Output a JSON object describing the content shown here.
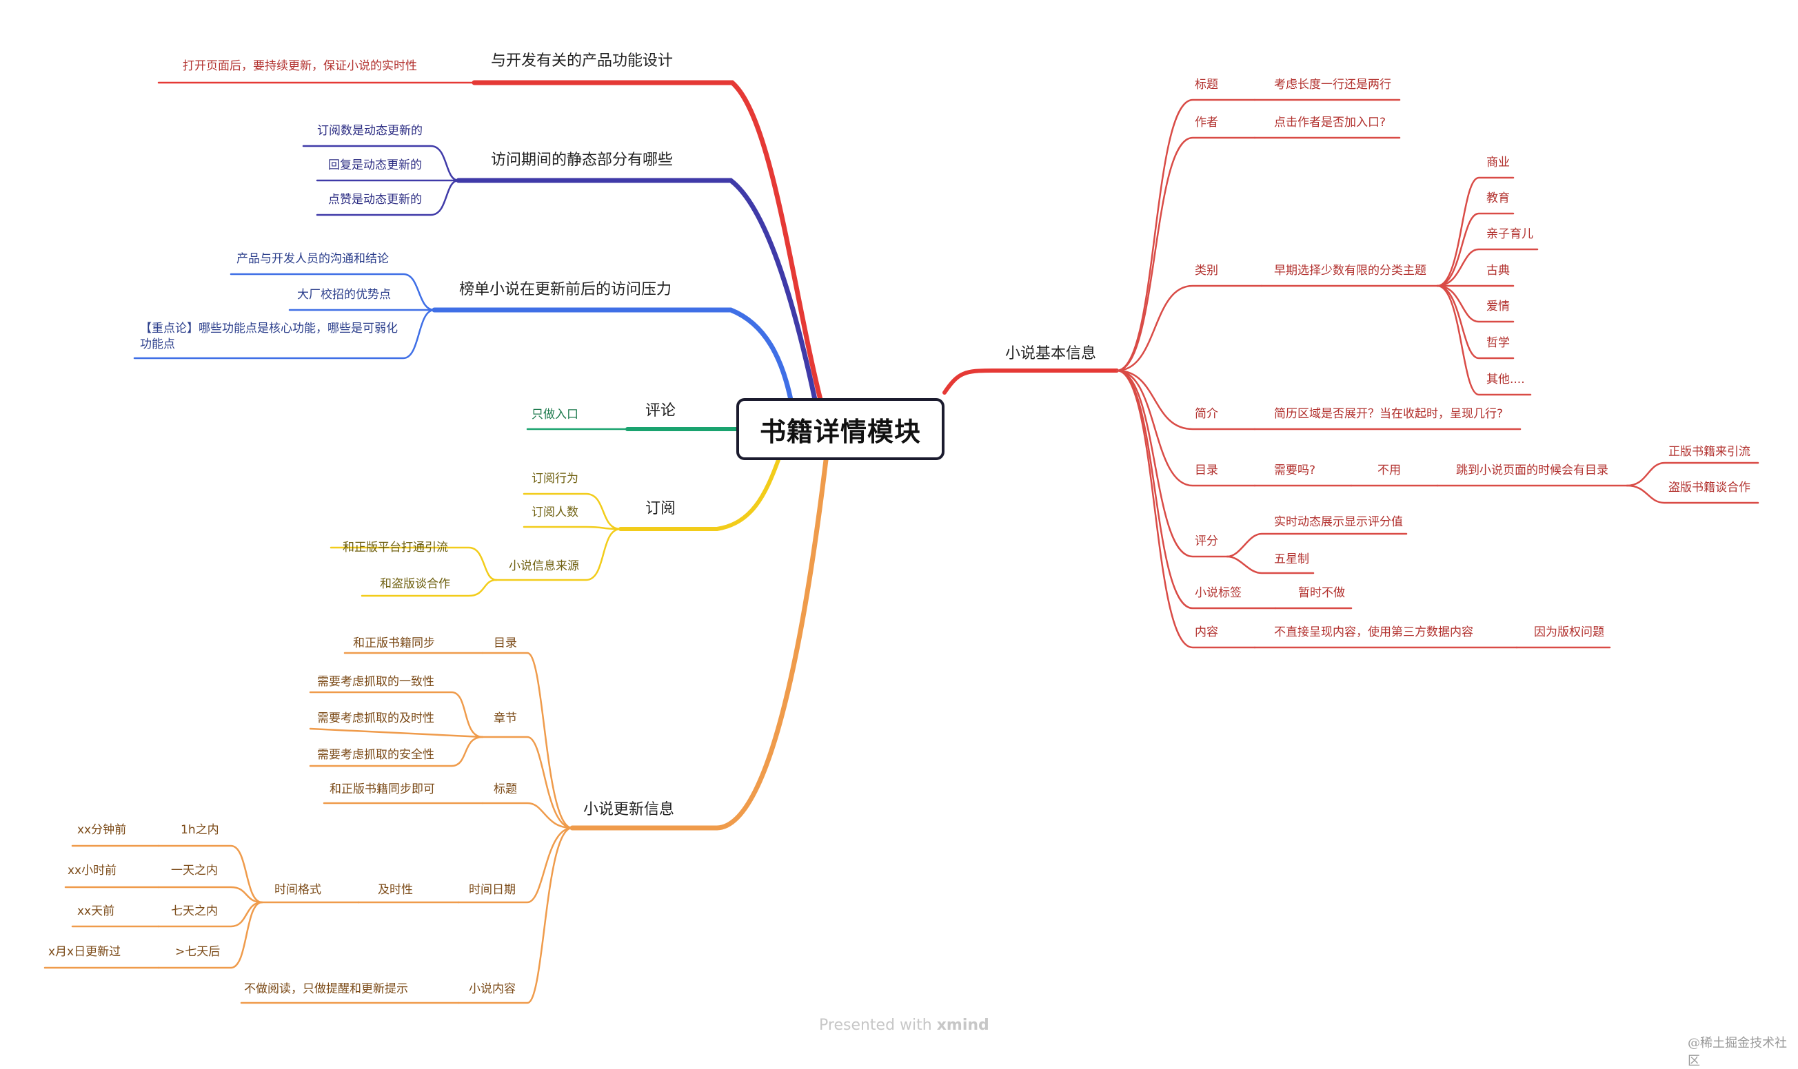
{
  "central": "书籍详情模块",
  "right": {
    "main": "小说基本信息",
    "title": {
      "label": "标题",
      "detail": "考虑长度一行还是两行"
    },
    "author": {
      "label": "作者",
      "detail": "点击作者是否加入口?"
    },
    "category": {
      "label": "类别",
      "detail": "早期选择少数有限的分类主题",
      "items": [
        "商业",
        "教育",
        "亲子育儿",
        "古典",
        "爱情",
        "哲学",
        "其他...."
      ]
    },
    "intro": {
      "label": "简介",
      "detail": "简历区域是否展开？当在收起时，呈现几行?"
    },
    "toc": {
      "label": "目录",
      "q": "需要吗?",
      "a": "不用",
      "detail": "跳到小说页面的时候会有目录",
      "items": [
        "正版书籍来引流",
        "盗版书籍谈合作"
      ]
    },
    "rating": {
      "label": "评分",
      "items": [
        "实时动态展示显示评分值",
        "五星制"
      ]
    },
    "tags": {
      "label": "小说标签",
      "detail": "暂时不做"
    },
    "content": {
      "label": "内容",
      "detail": "不直接呈现内容，使用第三方数据内容",
      "reason": "因为版权问题"
    }
  },
  "left": {
    "dev": {
      "main": "与开发有关的产品功能设计",
      "items": [
        "打开页面后，要持续更新，保证小说的实时性"
      ]
    },
    "static": {
      "main": "访问期间的静态部分有哪些",
      "items": [
        "订阅数是动态更新的",
        "回复是动态更新的",
        "点赞是动态更新的"
      ]
    },
    "rank": {
      "main": "榜单小说在更新前后的访问压力",
      "items": [
        "产品与开发人员的沟通和结论",
        "大厂校招的优势点",
        "【重点论】哪些功能点是核心功能，哪些是可弱化功能点"
      ]
    },
    "comment": {
      "main": "评论",
      "items": [
        "只做入口"
      ]
    },
    "subscribe": {
      "main": "订阅",
      "items": [
        "订阅行为",
        "订阅人数"
      ],
      "source": {
        "label": "小说信息来源",
        "items": [
          "和正版平台打通引流",
          "和盗版谈合作"
        ]
      }
    },
    "update": {
      "main": "小说更新信息",
      "toc": {
        "label": "目录",
        "detail": "和正版书籍同步"
      },
      "chapter": {
        "label": "章节",
        "items": [
          "需要考虑抓取的一致性",
          "需要考虑抓取的及时性",
          "需要考虑抓取的安全性"
        ]
      },
      "title": {
        "label": "标题",
        "detail": "和正版书籍同步即可"
      },
      "time": {
        "label": "时间日期",
        "sub": "及时性",
        "fmt": "时间格式",
        "rows": [
          {
            "cond": "1h之内",
            "show": "xx分钟前"
          },
          {
            "cond": "一天之内",
            "show": "xx小时前"
          },
          {
            "cond": "七天之内",
            "show": "xx天前"
          },
          {
            "cond": ">七天后",
            "show": "x月x日更新过"
          }
        ]
      },
      "content": {
        "label": "小说内容",
        "detail": "不做阅读，只做提醒和更新提示"
      }
    }
  },
  "footer": {
    "prefix": "Presented with",
    "brand": "xmind"
  },
  "watermark": "@稀土掘金技术社区",
  "colors": {
    "red": "#e53935",
    "navy": "#3f3aa8",
    "blue": "#3f6fe6",
    "green": "#1aa36f",
    "yellow": "#f2cc1a",
    "orange": "#ef9b4b",
    "rightLine": "#d94b46"
  }
}
